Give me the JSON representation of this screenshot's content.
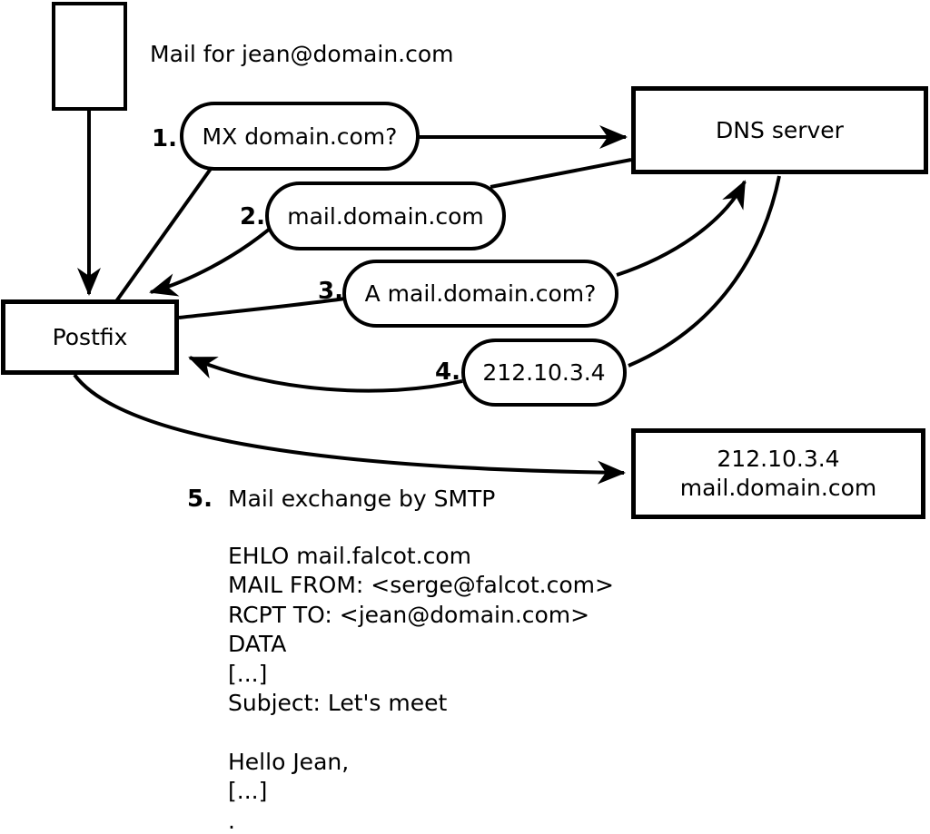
{
  "colors": {
    "stroke": "#000000",
    "background": "#ffffff"
  },
  "mail_note": "Mail for jean@domain.com",
  "nodes": {
    "postfix": "Postfix",
    "dns": "DNS server",
    "destination_line1": "212.10.3.4",
    "destination_line2": "mail.domain.com"
  },
  "steps": [
    {
      "num": "1.",
      "label": "MX domain.com?"
    },
    {
      "num": "2.",
      "label": "mail.domain.com"
    },
    {
      "num": "3.",
      "label": "A mail.domain.com?"
    },
    {
      "num": "4.",
      "label": "212.10.3.4"
    },
    {
      "num": "5.",
      "label": "Mail exchange by SMTP"
    }
  ],
  "smtp_session": "EHLO mail.falcot.com\nMAIL FROM: <serge@falcot.com>\nRCPT TO: <jean@domain.com>\nDATA\n[...]\nSubject: Let's meet\n\nHello Jean,\n[...]\n."
}
